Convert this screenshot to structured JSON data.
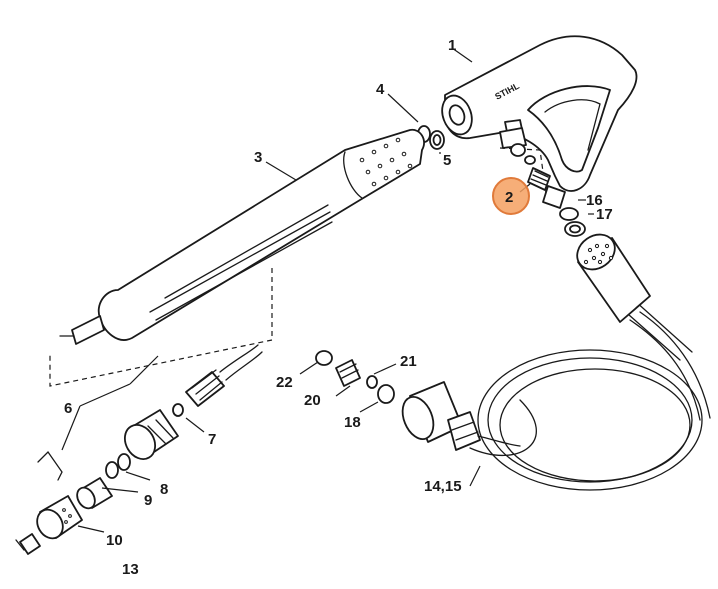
{
  "diagram": {
    "highlight_color": "#f4a060",
    "highlight_stroke": "#e07a3a",
    "brand_mark": "STIHL",
    "labels": {
      "p1": "1",
      "p2": "2",
      "p3": "3",
      "p4": "4",
      "p5": "5",
      "p6": "6",
      "p7": "7",
      "p8": "8",
      "p9": "9",
      "p10": "10",
      "p13": "13",
      "p14_15": "14,15",
      "p16": "16",
      "p17": "17",
      "p18": "18",
      "p20": "20",
      "p21": "21",
      "p22": "22"
    }
  }
}
